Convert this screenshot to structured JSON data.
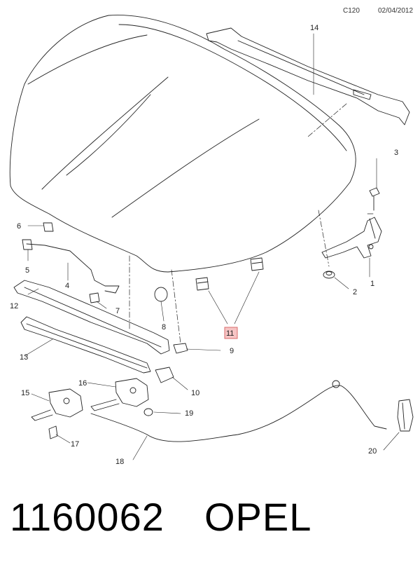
{
  "header": {
    "code": "C120",
    "date": "02/04/2012"
  },
  "callouts": [
    {
      "id": "c1",
      "text": "1"
    },
    {
      "id": "c2",
      "text": "2"
    },
    {
      "id": "c3",
      "text": "3"
    },
    {
      "id": "c4",
      "text": "4"
    },
    {
      "id": "c5",
      "text": "5"
    },
    {
      "id": "c6",
      "text": "6"
    },
    {
      "id": "c7",
      "text": "7"
    },
    {
      "id": "c8",
      "text": "8"
    },
    {
      "id": "c9",
      "text": "9"
    },
    {
      "id": "c10",
      "text": "10"
    },
    {
      "id": "c11",
      "text": "11",
      "highlighted": true
    },
    {
      "id": "c12",
      "text": "12"
    },
    {
      "id": "c13",
      "text": "13"
    },
    {
      "id": "c14",
      "text": "14"
    },
    {
      "id": "c15",
      "text": "15"
    },
    {
      "id": "c16",
      "text": "16"
    },
    {
      "id": "c17",
      "text": "17"
    },
    {
      "id": "c18",
      "text": "18"
    },
    {
      "id": "c19",
      "text": "19"
    },
    {
      "id": "c20",
      "text": "20"
    }
  ],
  "footer": {
    "part_number": "1160062",
    "brand": "OPEL"
  },
  "colors": {
    "line": "#222222",
    "highlight_fill": "#f6c4c4",
    "highlight_stroke": "#d96b6b"
  }
}
